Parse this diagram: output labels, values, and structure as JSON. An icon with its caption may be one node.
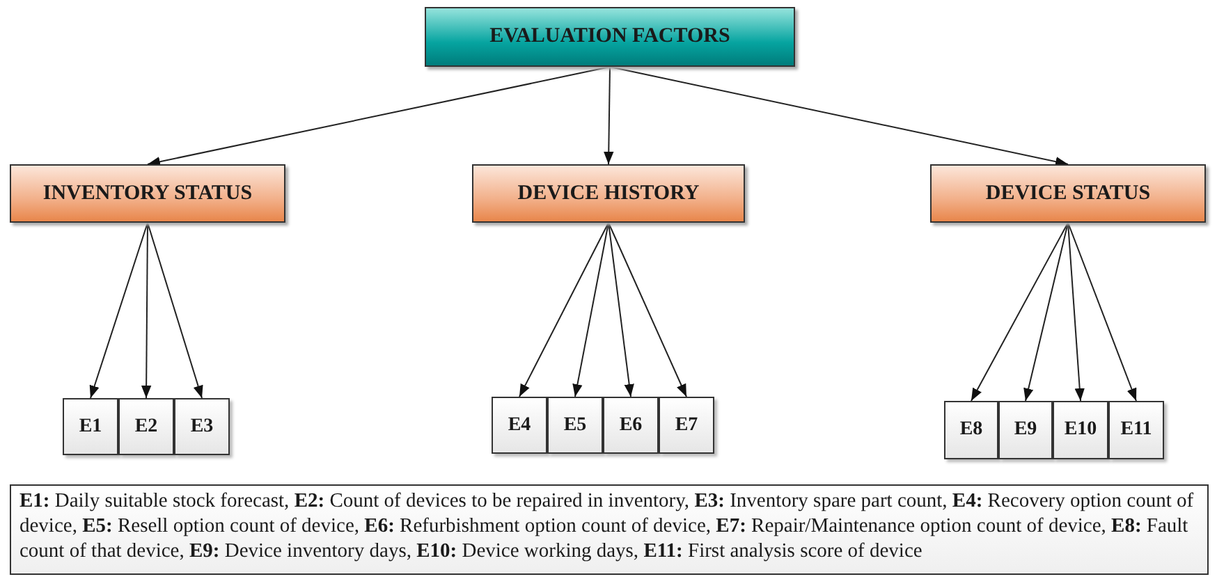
{
  "diagram": {
    "nodes": [
      {
        "text": [
          "EVALUATION FACTORS"
        ]
      },
      {
        "text": [
          "INVENTORY STATUS"
        ]
      },
      {
        "text": [
          "DEVICE HISTORY"
        ]
      },
      {
        "text": [
          "DEVICE STATUS"
        ]
      },
      {
        "text": [
          "E1"
        ]
      },
      {
        "text": [
          "E2"
        ]
      },
      {
        "text": [
          "E3"
        ]
      },
      {
        "text": [
          "E4"
        ]
      },
      {
        "text": [
          "E5"
        ]
      },
      {
        "text": [
          "E6"
        ]
      },
      {
        "text": [
          "E7"
        ]
      },
      {
        "text": [
          "E8"
        ]
      },
      {
        "text": [
          "E9"
        ]
      },
      {
        "text": [
          "E10"
        ]
      },
      {
        "text": [
          "E11"
        ]
      },
      {
        "text": [
          "**E1:** Daily suitable stock forecast, **E2:** Count of devices to be repaired in inventory, **E3:** Inventory spare part count, **E4:** Recovery option count of device, **E5:** Resell option count of device, **E6:** Refurbishment option count of device, **E7:** Repair/Maintenance option count of device, **E8:** Fault count of that device, **E9:** Device inventory days, **E10:** Device working days, **E11:** First analysis score of device"
        ]
      }
    ],
    "edges": [
      {
        "from": 0,
        "to": 1,
        "arrow": "to"
      },
      {
        "from": 0,
        "to": 2,
        "arrow": "to"
      },
      {
        "from": 0,
        "to": 3,
        "arrow": "to"
      },
      {
        "from": 1,
        "to": 4,
        "arrow": "to"
      },
      {
        "from": 1,
        "to": 5,
        "arrow": "to"
      },
      {
        "from": 1,
        "to": 6,
        "arrow": "to"
      },
      {
        "from": 2,
        "to": 7,
        "arrow": "to"
      },
      {
        "from": 2,
        "to": 8,
        "arrow": "to"
      },
      {
        "from": 2,
        "to": 9,
        "arrow": "to"
      },
      {
        "from": 2,
        "to": 10,
        "arrow": "to"
      },
      {
        "from": 3,
        "to": 11,
        "arrow": "to"
      },
      {
        "from": 3,
        "to": 12,
        "arrow": "to"
      },
      {
        "from": 3,
        "to": 13,
        "arrow": "to"
      },
      {
        "from": 3,
        "to": 14,
        "arrow": "to"
      }
    ]
  }
}
